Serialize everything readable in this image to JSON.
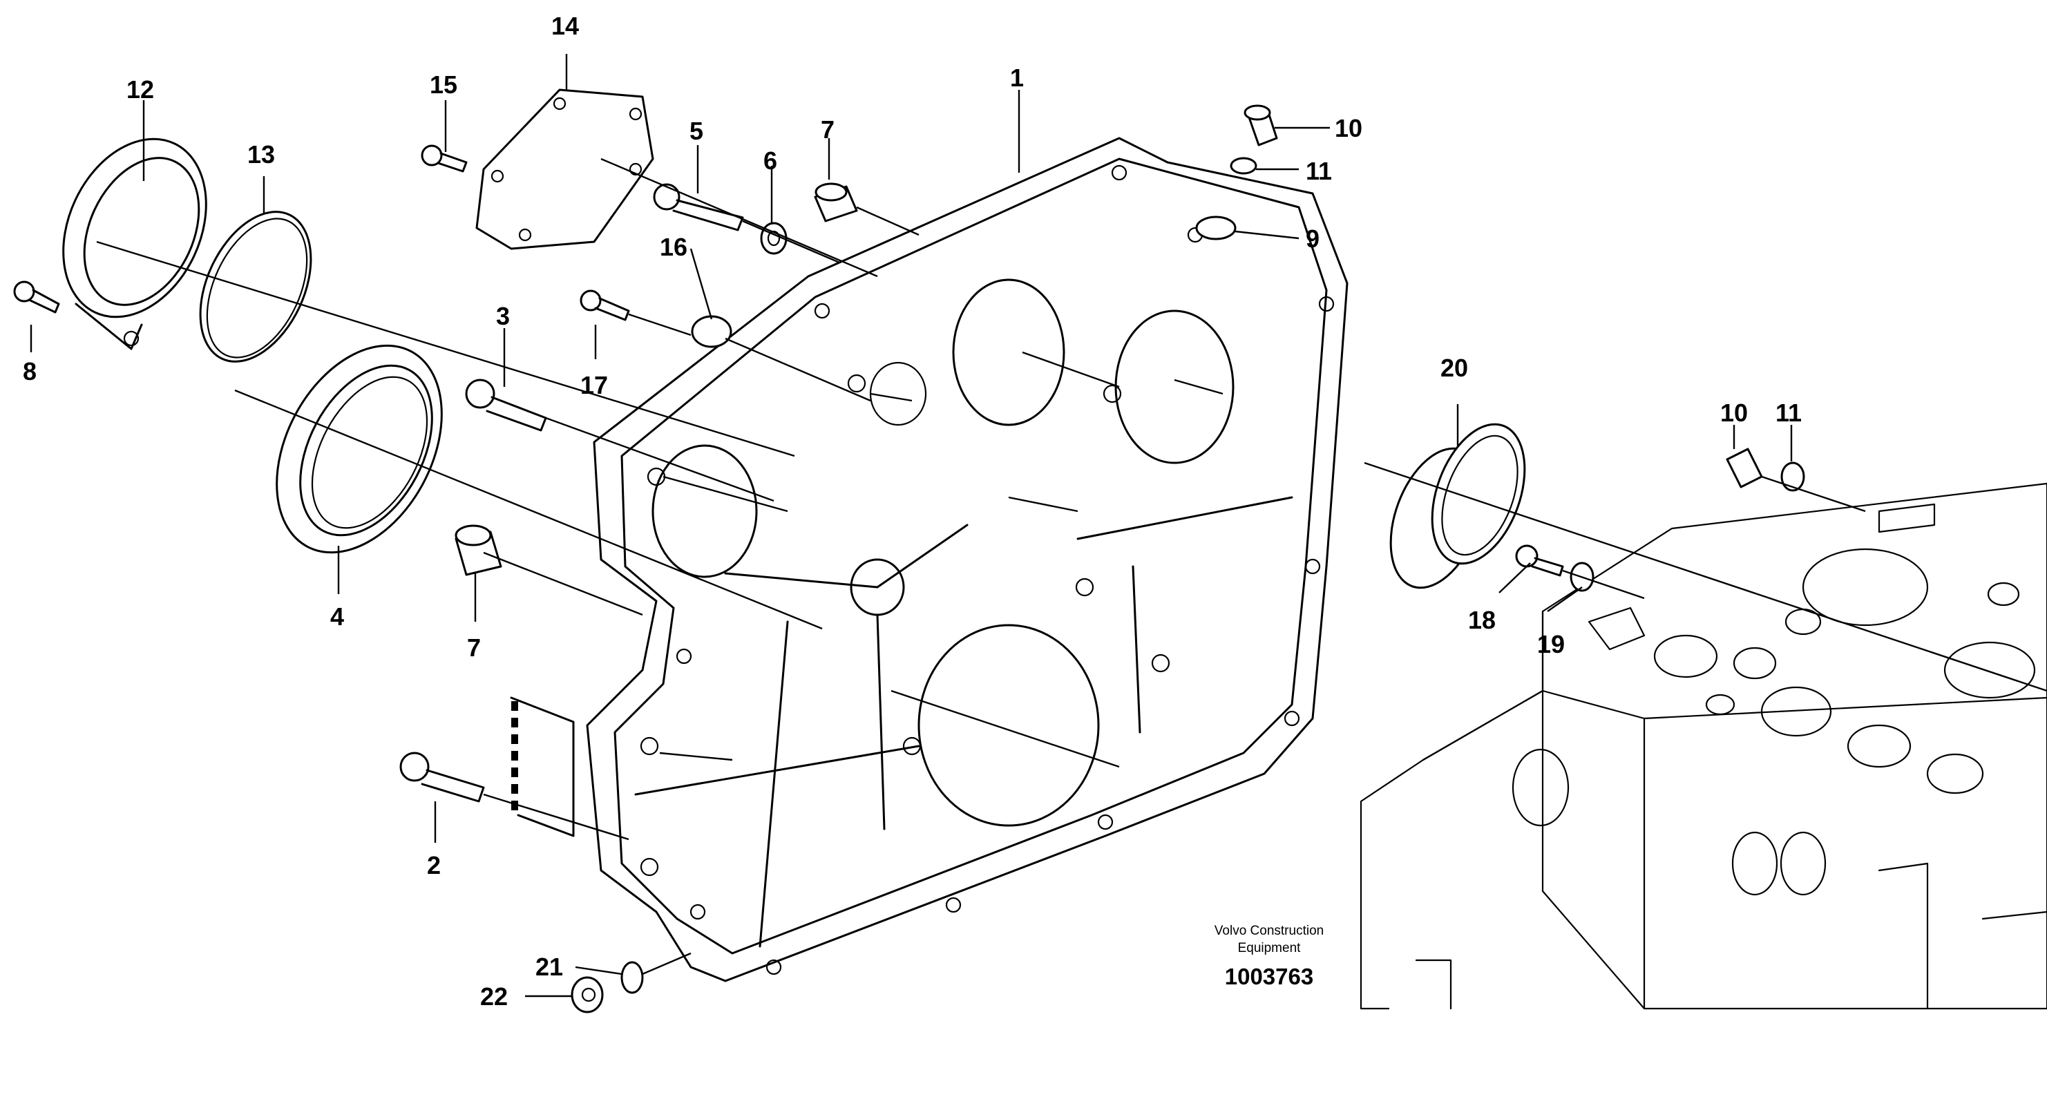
{
  "part_labels": [
    "1",
    "2",
    "3",
    "4",
    "5",
    "6",
    "7",
    "7",
    "8",
    "9",
    "10",
    "10",
    "11",
    "11",
    "12",
    "13",
    "14",
    "15",
    "16",
    "17",
    "18",
    "19",
    "20",
    "21",
    "22"
  ],
  "brand": {
    "line1": "Volvo Construction",
    "line2": "Equipment"
  },
  "drawing_number": "1003763"
}
